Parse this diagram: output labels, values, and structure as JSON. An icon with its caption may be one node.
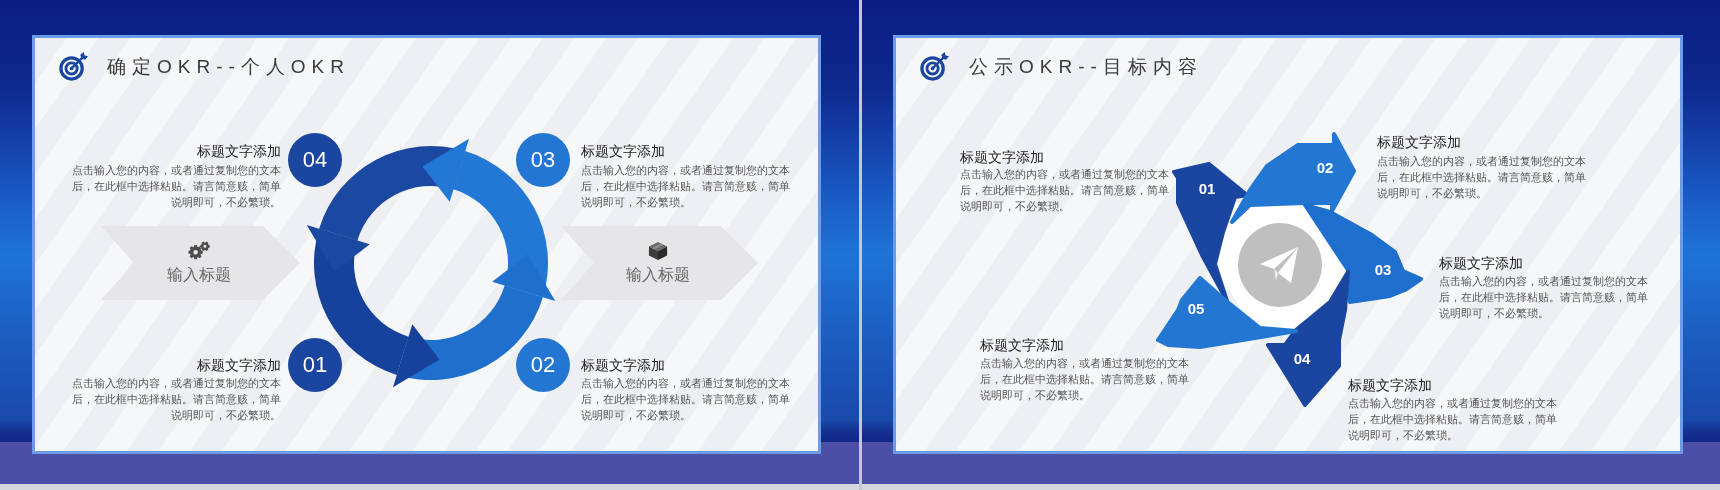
{
  "diagram": {
    "nodes": [
      {
        "text": [
          "确定OKR--个人OKR"
        ]
      },
      {
        "text": [
          "04"
        ],
        "in": 0,
        "beside": [
          "标题文字添加",
          "点击输入您的内容，或者通过复制您的文本后，在此框中选择粘贴。请言简意赅，简单说明即可，不必繁琐。"
        ]
      },
      {
        "text": [
          "03"
        ],
        "in": 0,
        "beside": [
          "标题文字添加",
          "点击输入您的内容，或者通过复制您的文本后，在此框中选择粘贴。请言简意赅，简单说明即可，不必繁琐。"
        ]
      },
      {
        "text": [
          "输入标题"
        ],
        "in": 0
      },
      {
        "text": [
          "输入标题"
        ],
        "in": 0
      },
      {
        "text": [
          "01"
        ],
        "in": 0,
        "beside": [
          "标题文字添加",
          "点击输入您的内容，或者通过复制您的文本后，在此框中选择粘贴。请言简意赅，简单说明即可，不必繁琐。"
        ]
      },
      {
        "text": [
          "02"
        ],
        "in": 0,
        "beside": [
          "标题文字添加",
          "点击输入您的内容，或者通过复制您的文本后，在此框中选择粘贴。请言简意赅，简单说明即可，不必繁琐。"
        ]
      },
      {
        "text": [
          "公示OKR--目标内容"
        ]
      },
      {
        "text": [
          "01"
        ],
        "in": 7,
        "beside": [
          "标题文字添加",
          "点击输入您的内容，或者通过复制您的文本后，在此框中选择粘贴。请言简意赅，简单说明即可，不必繁琐。"
        ]
      },
      {
        "text": [
          "02"
        ],
        "in": 7,
        "beside": [
          "标题文字添加",
          "点击输入您的内容，或者通过复制您的文本后，在此框中选择粘贴。请言简意赅，简单说明即可，不必繁琐。"
        ]
      },
      {
        "text": [
          "03"
        ],
        "in": 7,
        "beside": [
          "标题文字添加",
          "点击输入您的内容，或者通过复制您的文本后，在此框中选择粘贴。请言简意赅，简单说明即可，不必繁琐。"
        ]
      },
      {
        "text": [
          "04"
        ],
        "in": 7,
        "beside": [
          "标题文字添加",
          "点击输入您的内容，或者通过复制您的文本后，在此框中选择粘贴。请言简意赅，简单说明即可，不必繁琐。"
        ]
      },
      {
        "text": [
          "05"
        ],
        "in": 7,
        "beside": [
          "标题文字添加",
          "点击输入您的内容，或者通过复制您的文本后，在此框中选择粘贴。请言简意赅，简单说明即可，不必繁琐。"
        ]
      }
    ]
  }
}
